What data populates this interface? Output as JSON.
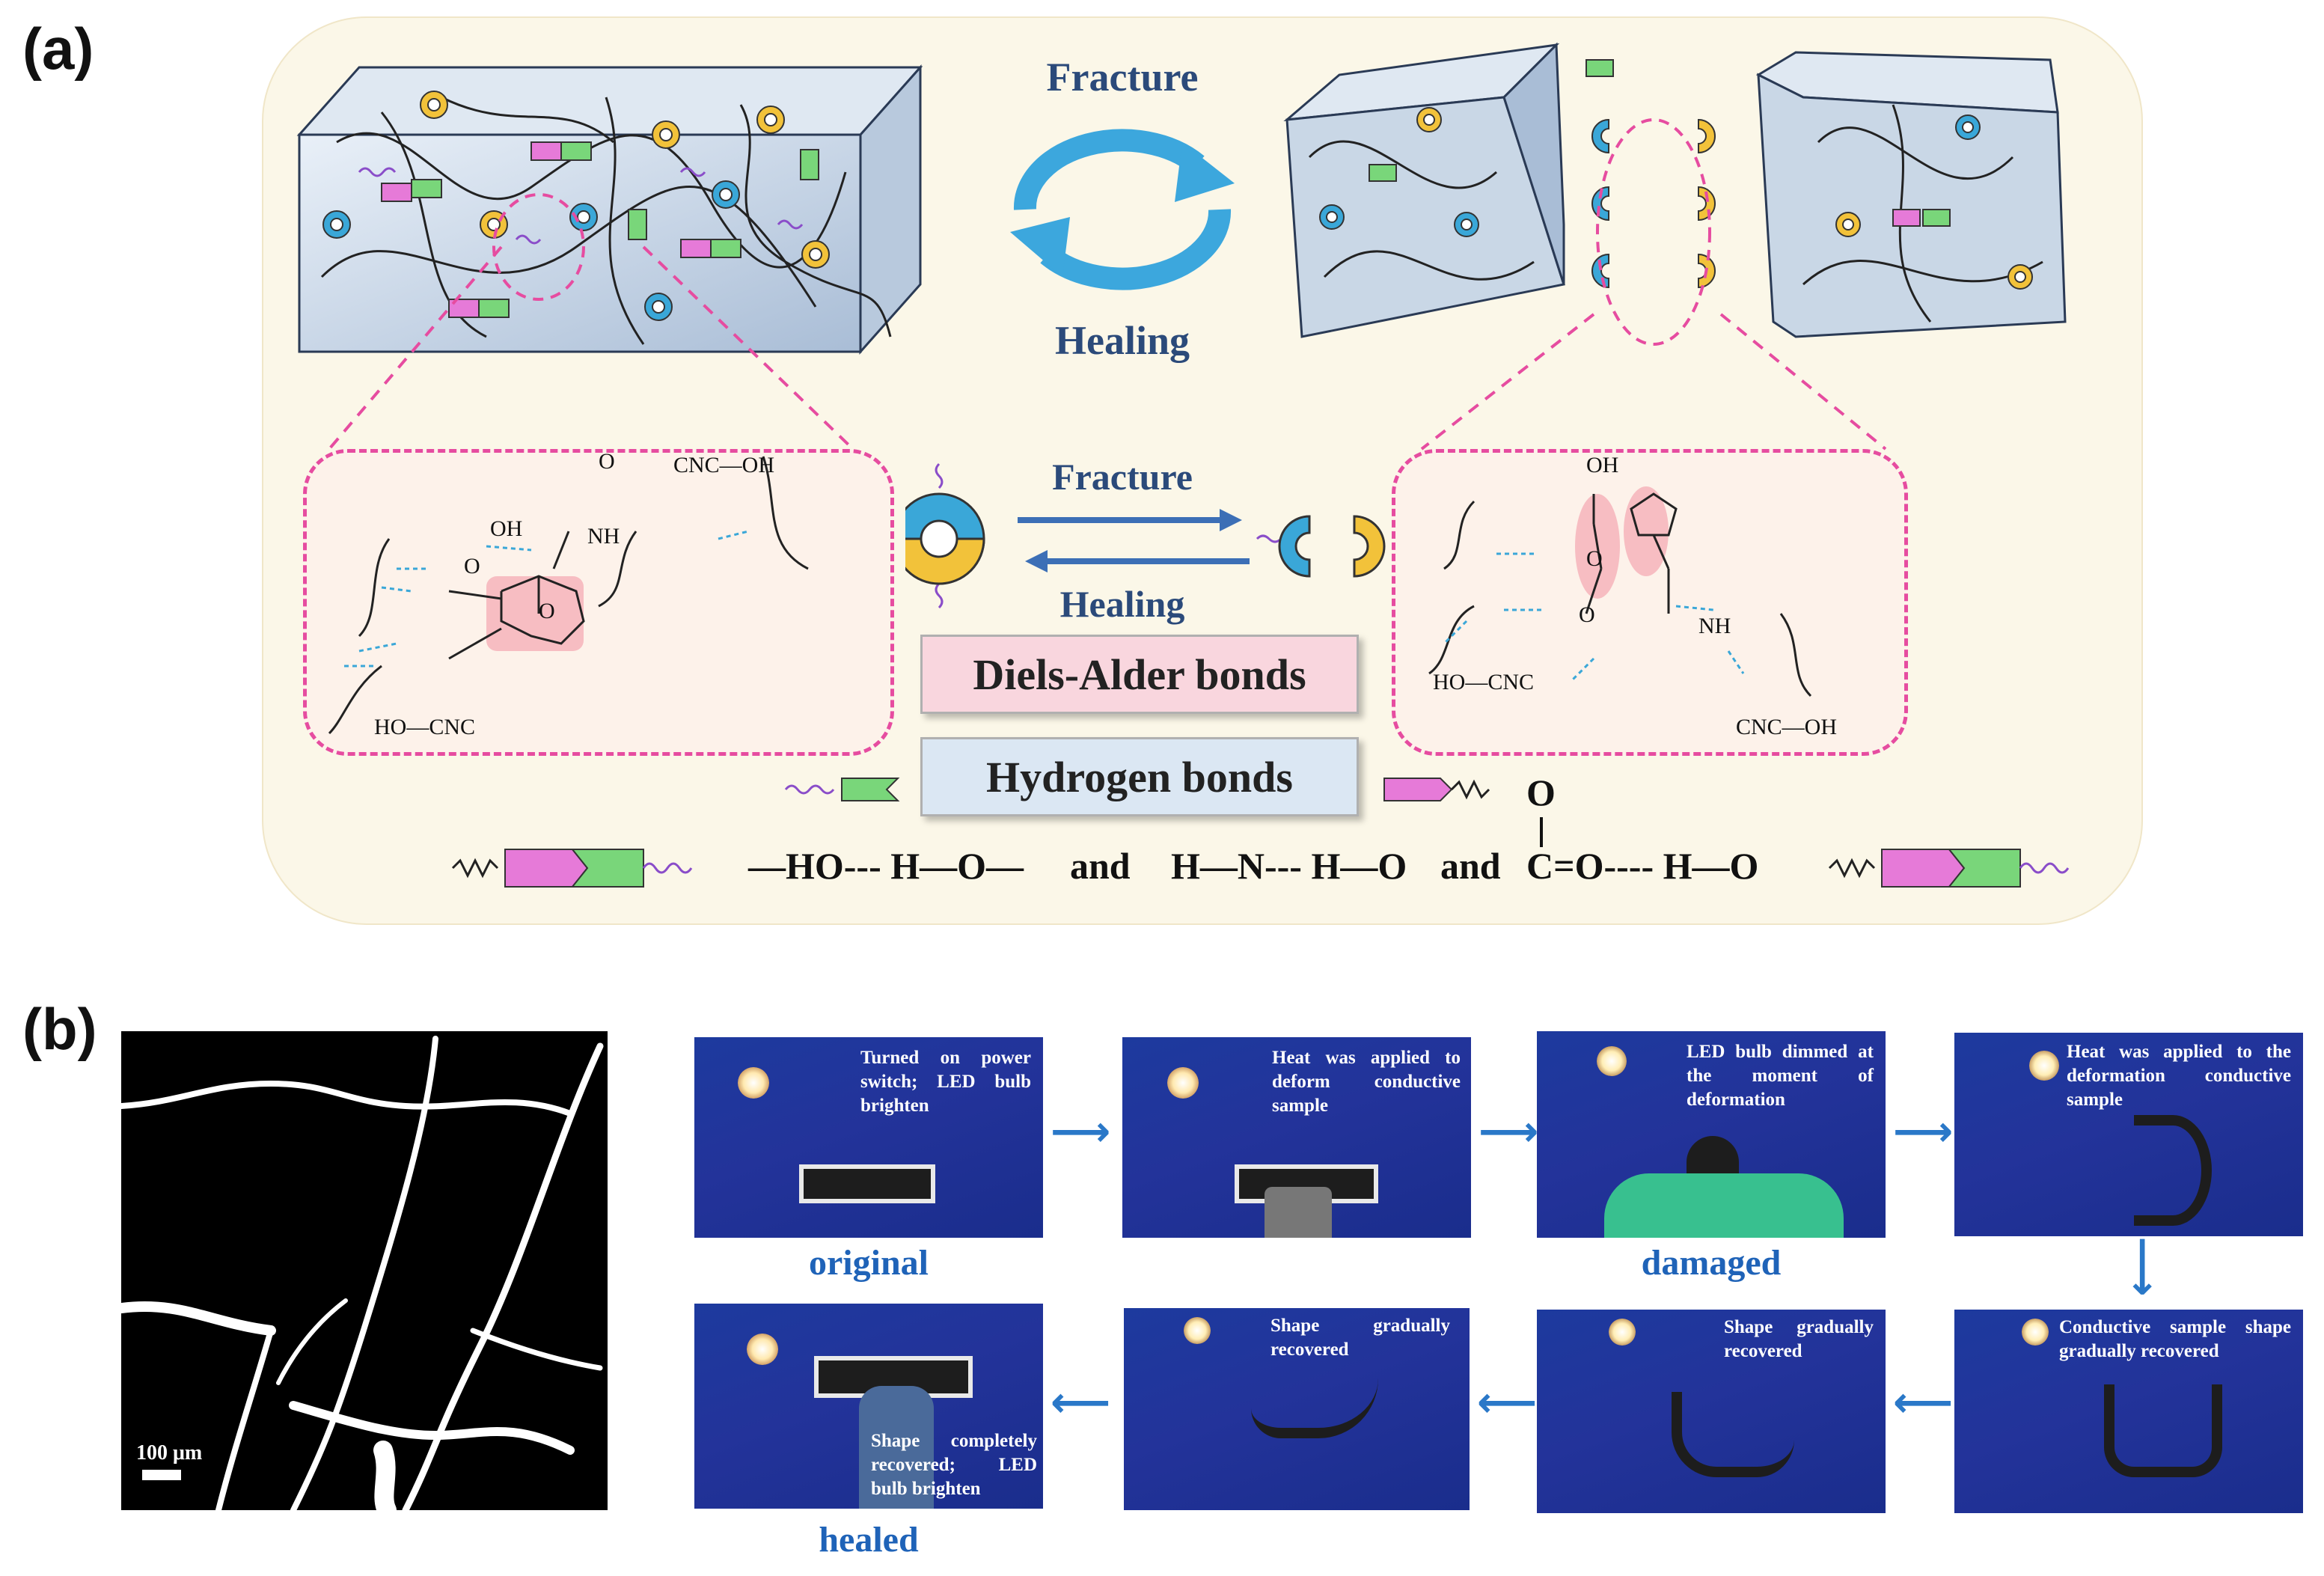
{
  "panel_a": {
    "label": "(a)",
    "cycle_top": "Fracture",
    "cycle_bottom": "Healing",
    "arrow_top": "Fracture",
    "arrow_bottom": "Healing",
    "diels_alder_label": "Diels-Alder bonds",
    "hydrogen_label": "Hydrogen bonds",
    "hbond_eq": {
      "part1": "—HO--- H—O—",
      "and1": "and",
      "part2": "H—N--- H—O",
      "and2": "and",
      "part3": "C=O---- H—O",
      "carbonyl_o": "O"
    },
    "left_chem": {
      "oh": "OH",
      "nh": "NH",
      "o_ring": "O",
      "cnc_oh": "CNC—OH",
      "ho_cnc": "HO—CNC",
      "o_a": "O",
      "o_b": "O"
    },
    "right_chem": {
      "oh": "OH",
      "ho_cnc": "HO—CNC",
      "nh": "NH",
      "cnc_oh": "CNC—OH",
      "o_a": "O",
      "o_b": "O"
    },
    "colors": {
      "pink": "#e64ca0",
      "blue_box": "#dbe7f3",
      "pink_box": "#f9d6de",
      "cyan": "#3aa7d8",
      "gold": "#f2c23a",
      "green": "#79d67a",
      "magenta": "#e67ad8",
      "purple": "#8a4dc9"
    }
  },
  "panel_b": {
    "label": "(b)",
    "scale_bar": "100 μm",
    "photos": [
      {
        "caption": "Turned on power switch; LED bulb brighten"
      },
      {
        "caption": "Heat was applied to deform conductive sample"
      },
      {
        "caption": "LED bulb dimmed at the moment of deformation"
      },
      {
        "caption": "Heat was applied to the deformation conductive sample"
      },
      {
        "caption": "Shape completely recovered; LED bulb brighten"
      },
      {
        "caption": "Shape gradually recovered"
      },
      {
        "caption": "Shape gradually recovered"
      },
      {
        "caption": "Conductive sample shape gradually recovered"
      }
    ],
    "labels": {
      "original": "original",
      "damaged": "damaged",
      "healed": "healed"
    }
  }
}
